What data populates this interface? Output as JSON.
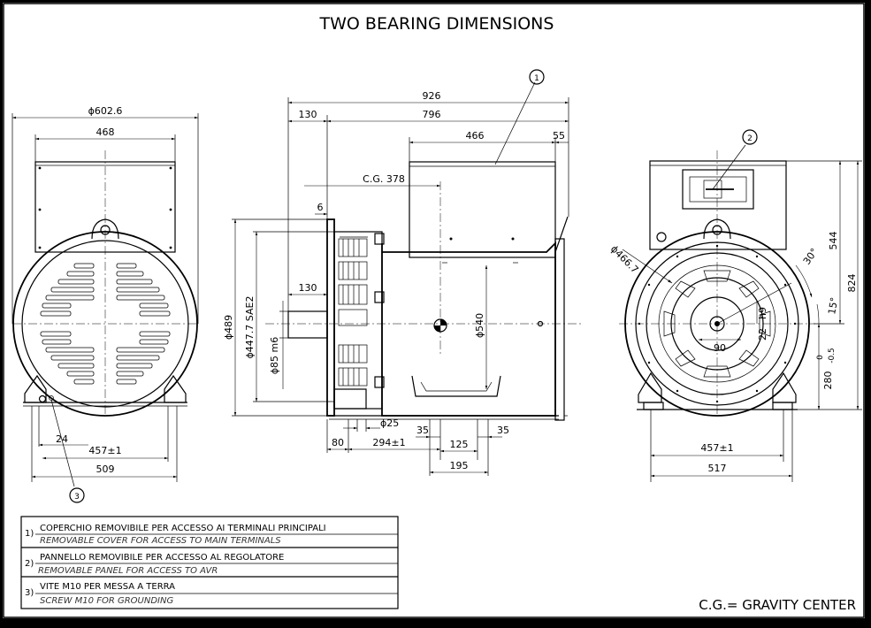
{
  "title": "TWO BEARING DIMENSIONS",
  "legend_gravity": "C.G.= GRAVITY CENTER",
  "front_view": {
    "dim_outer_dia": "ϕ602.6",
    "dim_top_width": "468",
    "dim_24": "24",
    "dim_457": "457±1",
    "dim_509": "509",
    "callout_3": "3"
  },
  "side_view": {
    "dim_926": "926",
    "dim_130_top": "130",
    "dim_796": "796",
    "dim_466": "466",
    "dim_55": "55",
    "dim_cg": "C.G. 378",
    "dim_6": "6",
    "dim_130_shaft": "130",
    "dim_489": "ϕ489",
    "dim_447": "ϕ447.7 SAE2",
    "dim_85": "ϕ85 m6",
    "dim_540": "ϕ540",
    "dim_25": "ϕ25",
    "dim_80": "80",
    "dim_294": "294±1",
    "dim_35_left": "35",
    "dim_35_right": "35",
    "dim_125": "125",
    "dim_195": "195",
    "callout_1": "1"
  },
  "end_view": {
    "dim_466_7": "ϕ466.7",
    "dim_30": "30°",
    "dim_15": "15°",
    "dim_544": "544",
    "dim_824": "824",
    "dim_h9": "h9",
    "dim_22": "22",
    "dim_90": "90",
    "dim_280": "280",
    "dim_tol_top": "0",
    "dim_tol_bot": "-0.5",
    "dim_457": "457±1",
    "dim_517": "517",
    "callout_2": "2"
  },
  "notes": [
    {
      "num": "1)",
      "it": "COPERCHIO REMOVIBILE PER ACCESSO AI TERMINALI PRINCIPALI",
      "en": "REMOVABLE COVER  FOR ACCESS TO MAIN TERMINALS"
    },
    {
      "num": "2)",
      "it": "PANNELLO REMOVIBILE PER ACCESSO AL REGOLATORE",
      "en": "REMOVABLE PANEL FOR ACCESS TO AVR"
    },
    {
      "num": "3)",
      "it": "VITE M10 PER MESSA A TERRA",
      "en": "SCREW M10 FOR GROUNDING"
    }
  ]
}
